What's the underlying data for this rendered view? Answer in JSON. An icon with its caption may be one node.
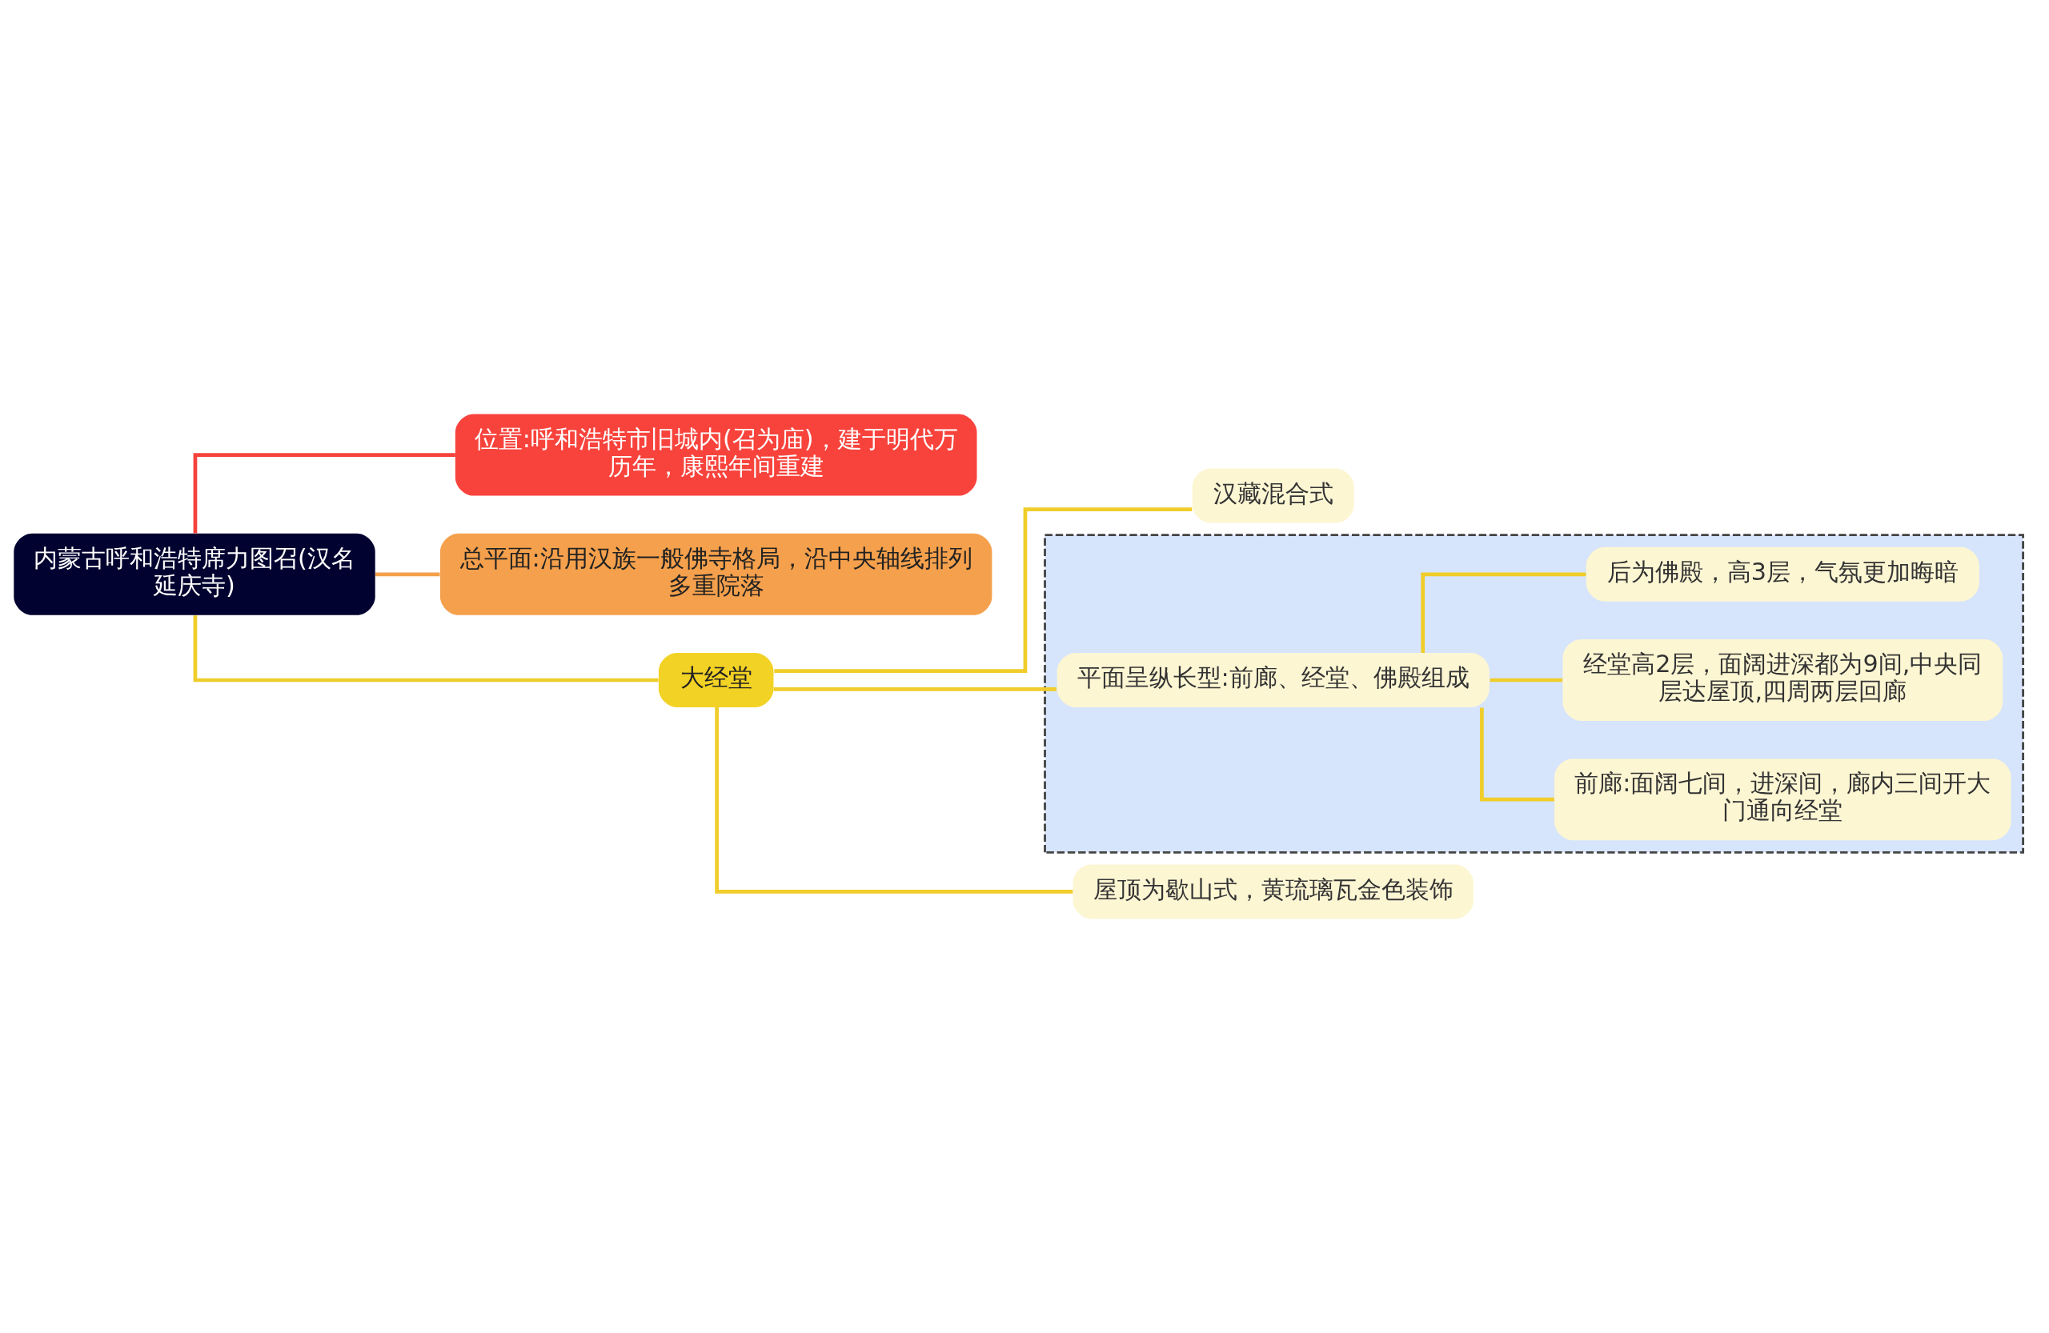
{
  "diagram": {
    "nodes": [
      {
        "text": [
          "内蒙古呼和浩特席力图召(汉名延庆寺)"
        ]
      },
      {
        "text": [
          "位置:呼和浩特市旧城内(召为庙)，建于明代万历年，康熙年间重建"
        ]
      },
      {
        "text": [
          "总平面:沿用汉族一般佛寺格局，沿中央轴线排列多重院落"
        ]
      },
      {
        "text": [
          "大经堂"
        ]
      },
      {
        "text": [
          "汉藏混合式"
        ]
      },
      {
        "text": [],
        "shape": "box"
      },
      {
        "text": [
          "平面呈纵长型:前廊、经堂、佛殿组成"
        ],
        "in": 5
      },
      {
        "text": [
          "前廊:面阔七间，进深间，廊内三间开大门通向经堂"
        ],
        "in": 5
      },
      {
        "text": [
          "经堂高2层，面阔进深都为9间,中央同层达屋顶,四周两层回廊"
        ],
        "in": 5
      },
      {
        "text": [
          "后为佛殿，高3层，气氛更加晦暗"
        ],
        "in": 5
      },
      {
        "text": [
          "屋顶为歇山式，黄琉璃瓦金色装饰"
        ]
      }
    ],
    "edges": [
      {
        "from": 0,
        "to": 1,
        "arrow": "none",
        "color": "#f5423b"
      },
      {
        "from": 0,
        "to": 2,
        "arrow": "none",
        "color": "#f5a04a"
      },
      {
        "from": 0,
        "to": 3,
        "arrow": "none"
      },
      {
        "from": 3,
        "to": 4,
        "arrow": "none"
      },
      {
        "from": 3,
        "to": 6,
        "arrow": "none"
      },
      {
        "from": 3,
        "to": 10,
        "arrow": "none"
      },
      {
        "from": 6,
        "to": 7,
        "arrow": "none"
      },
      {
        "from": 6,
        "to": 8,
        "arrow": "none"
      },
      {
        "from": 6,
        "to": 9,
        "arrow": "none"
      }
    ]
  }
}
